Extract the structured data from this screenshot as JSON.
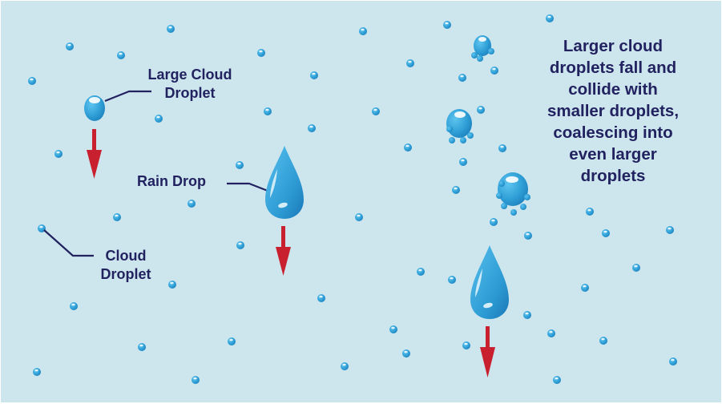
{
  "labels": {
    "large_cloud_droplet": [
      "Large Cloud",
      "Droplet"
    ],
    "rain_drop": "Rain Drop",
    "cloud_droplet": [
      "Cloud",
      "Droplet"
    ]
  },
  "caption": [
    "Larger cloud",
    "droplets fall and",
    "collide with",
    "smaller droplets,",
    "coalescing into",
    "even larger",
    "droplets"
  ],
  "colors": {
    "background": "#cde6ee",
    "droplet": "#2f9fd6",
    "droplet_dark": "#1c7fbd",
    "text": "#21225f",
    "arrow": "#c8202e"
  },
  "icons": [
    "droplet-icon",
    "raindrop-icon",
    "down-arrow-icon"
  ]
}
